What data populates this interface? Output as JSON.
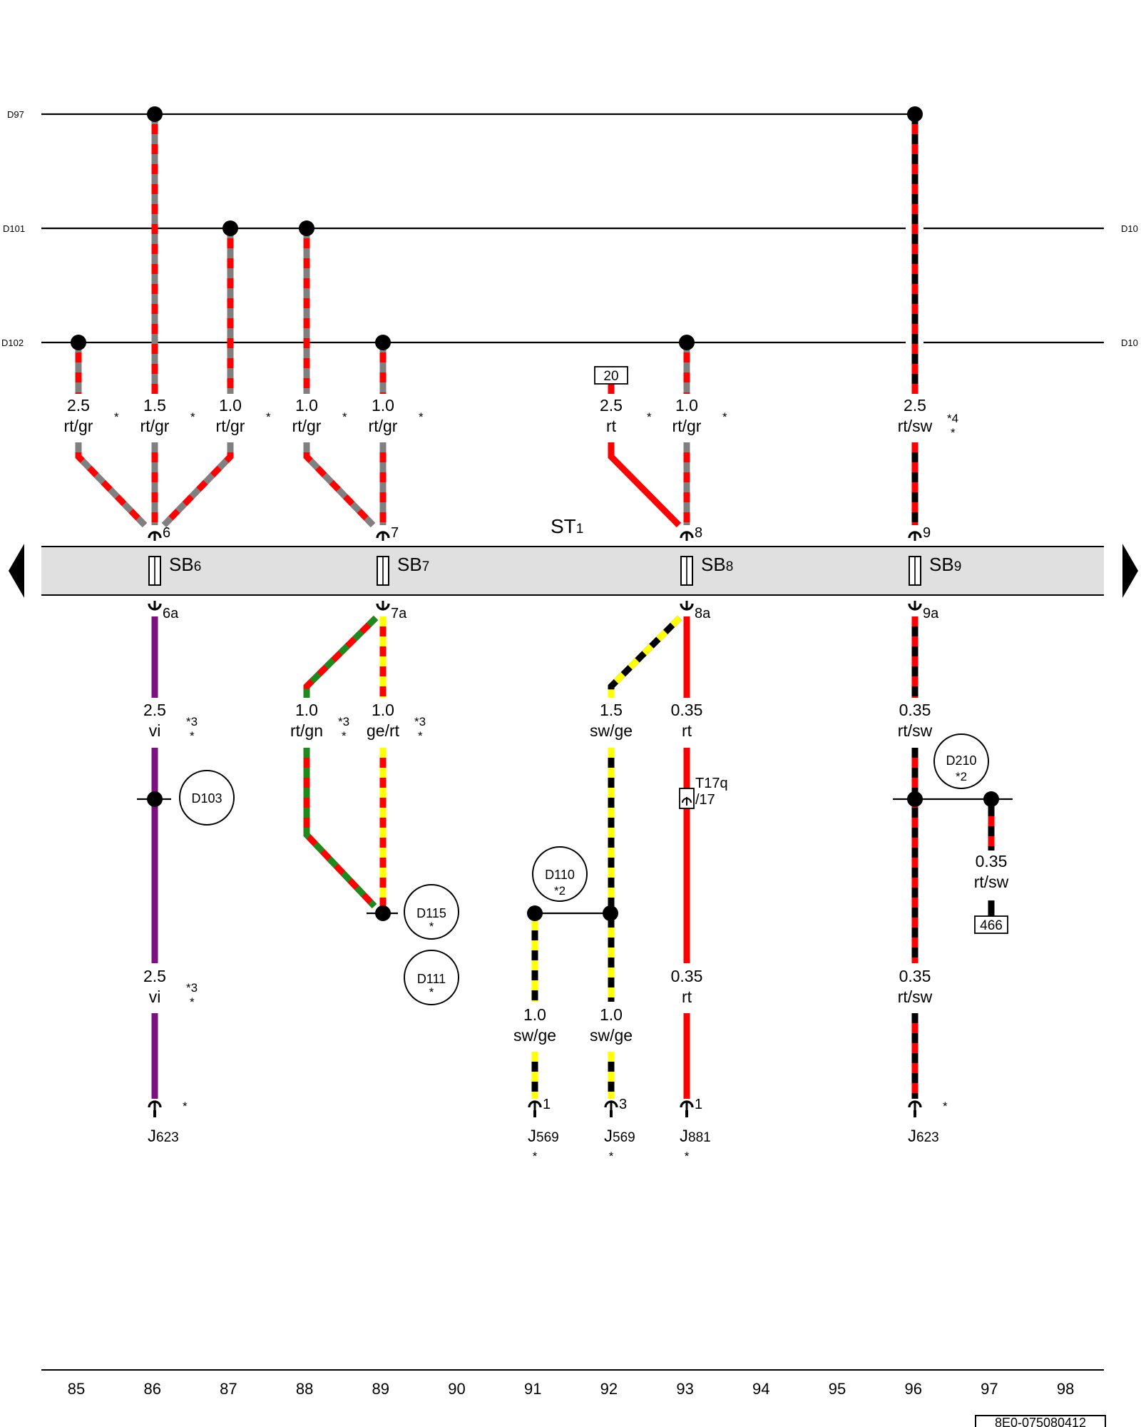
{
  "colors": {
    "rt": "#ff0000",
    "gr": "#808080",
    "sw": "#000000",
    "ge": "#ffff00",
    "gn": "#1e8a1e",
    "vi": "#7b1180",
    "band": "#e0e0e0"
  },
  "rails": [
    {
      "name": "D97",
      "right": ""
    },
    {
      "name": "D101",
      "right": "D10"
    },
    {
      "name": "D102",
      "right": "D10"
    }
  ],
  "connector_strip": {
    "title": "ST",
    "title_sub": "1",
    "left_arrow_icon": "triangle-left-icon",
    "right_arrow_icon": "triangle-right-icon"
  },
  "fuses": [
    {
      "name": "SB",
      "sub": "6",
      "pin_in": "6",
      "pin_out": "6a"
    },
    {
      "name": "SB",
      "sub": "7",
      "pin_in": "7",
      "pin_out": "7a"
    },
    {
      "name": "SB",
      "sub": "8",
      "pin_in": "8",
      "pin_out": "8a"
    },
    {
      "name": "SB",
      "sub": "9",
      "pin_in": "9",
      "pin_out": "9a"
    }
  ],
  "upper_wires": [
    {
      "size": "2.5",
      "color": "rt/gr",
      "note": "*"
    },
    {
      "size": "1.5",
      "color": "rt/gr",
      "note": "*"
    },
    {
      "size": "1.0",
      "color": "rt/gr",
      "note": "*"
    },
    {
      "size": "1.0",
      "color": "rt/gr",
      "note": "*"
    },
    {
      "size": "1.0",
      "color": "rt/gr",
      "note": "*"
    },
    {
      "size": "2.5",
      "color": "rt",
      "note": "*"
    },
    {
      "size": "1.0",
      "color": "rt/gr",
      "note": "*"
    },
    {
      "size": "2.5",
      "color": "rt/sw",
      "note": "*4",
      "note2": "*"
    }
  ],
  "lower_wires": [
    {
      "size": "2.5",
      "color": "vi",
      "note": "*3",
      "note2": "*"
    },
    {
      "size": "1.0",
      "color": "rt/gn",
      "note": "*3",
      "note2": "*"
    },
    {
      "size": "1.0",
      "color": "ge/rt",
      "note": "*3",
      "note2": "*"
    },
    {
      "size": "1.5",
      "color": "sw/ge"
    },
    {
      "size": "0.35",
      "color": "rt"
    },
    {
      "size": "0.35",
      "color": "rt/sw"
    },
    {
      "size": "2.5",
      "color": "vi",
      "note": "*3",
      "note2": "*"
    },
    {
      "size": "1.0",
      "color": "sw/ge"
    },
    {
      "size": "1.0",
      "color": "sw/ge"
    },
    {
      "size": "0.35",
      "color": "rt"
    },
    {
      "size": "0.35",
      "color": "rt/sw"
    },
    {
      "size": "0.35",
      "color": "rt/sw"
    }
  ],
  "boxes": [
    {
      "label": "20"
    },
    {
      "label": "466"
    }
  ],
  "splices": [
    {
      "name": "D103",
      "note": ""
    },
    {
      "name": "D115",
      "note": "*"
    },
    {
      "name": "D111",
      "note": "*"
    },
    {
      "name": "D110",
      "note": "*2"
    },
    {
      "name": "D210",
      "note": "*2"
    }
  ],
  "connector_t17q": {
    "name": "T17q",
    "pin": "/17"
  },
  "components": [
    {
      "name": "J",
      "sub": "623",
      "pin": "",
      "star_right": "*",
      "star_below": ""
    },
    {
      "name": "J",
      "sub": "569",
      "pin": "1",
      "star_right": "",
      "star_below": "*"
    },
    {
      "name": "J",
      "sub": "569",
      "pin": "3",
      "star_right": "",
      "star_below": "*"
    },
    {
      "name": "J",
      "sub": "881",
      "pin": "1",
      "star_right": "",
      "star_below": "*"
    },
    {
      "name": "J",
      "sub": "623",
      "pin": "",
      "star_right": "*",
      "star_below": ""
    }
  ],
  "axis": [
    "85",
    "86",
    "87",
    "88",
    "89",
    "90",
    "91",
    "92",
    "93",
    "94",
    "95",
    "96",
    "97",
    "98"
  ],
  "document_id": "8E0-075080412"
}
